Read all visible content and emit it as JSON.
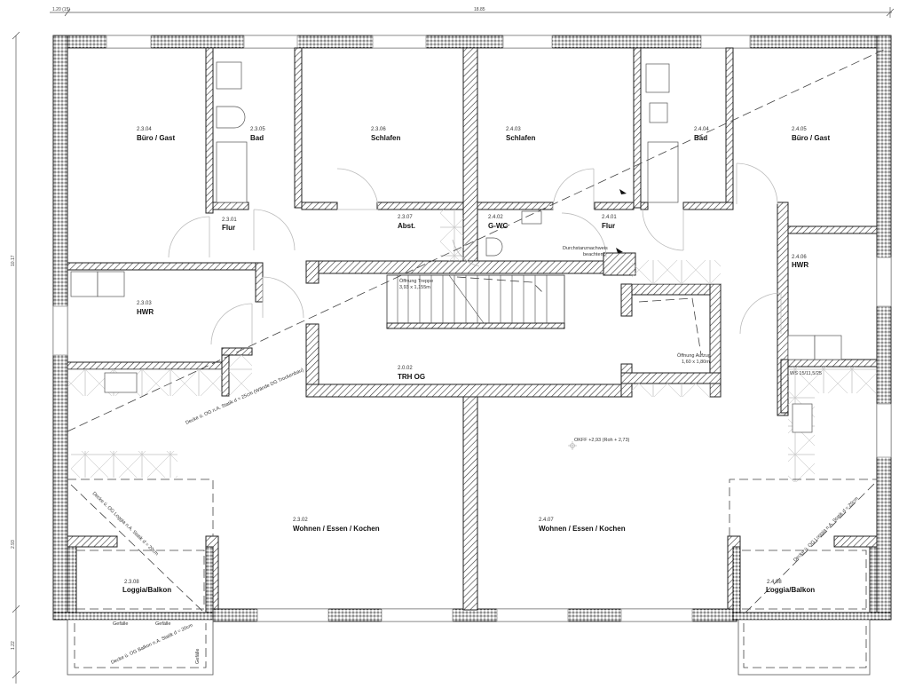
{
  "dimensions": {
    "top_left": "1.20 (15)",
    "top_total": "18.85",
    "left_total": "10.17",
    "left_lower": "2.93",
    "left_bottom": "1.22"
  },
  "rooms": [
    {
      "id": "r2304",
      "number": "2.3.04",
      "name": "Büro / Gast"
    },
    {
      "id": "r2305",
      "number": "2.3.05",
      "name": "Bad"
    },
    {
      "id": "r2306",
      "number": "2.3.06",
      "name": "Schlafen"
    },
    {
      "id": "r2403",
      "number": "2.4.03",
      "name": "Schlafen"
    },
    {
      "id": "r2404",
      "number": "2.4.04",
      "name": "Bad"
    },
    {
      "id": "r2405",
      "number": "2.4.05",
      "name": "Büro / Gast"
    },
    {
      "id": "r2301",
      "number": "2.3.01",
      "name": "Flur"
    },
    {
      "id": "r2307",
      "number": "2.3.07",
      "name": "Abst."
    },
    {
      "id": "r2402",
      "number": "2.4.02",
      "name": "G-WC"
    },
    {
      "id": "r2401",
      "number": "2.4.01",
      "name": "Flur"
    },
    {
      "id": "r2406",
      "number": "2.4.06",
      "name": "HWR"
    },
    {
      "id": "r2303",
      "number": "2.3.03",
      "name": "HWR"
    },
    {
      "id": "r2002",
      "number": "2.0.02",
      "name": "TRH OG"
    },
    {
      "id": "r2302",
      "number": "2.3.02",
      "name": "Wohnen / Essen / Kochen"
    },
    {
      "id": "r2407",
      "number": "2.4.07",
      "name": "Wohnen / Essen / Kochen"
    },
    {
      "id": "r2308",
      "number": "2.3.08",
      "name": "Loggia/Balkon"
    },
    {
      "id": "r2408",
      "number": "2.4.08",
      "name": "Loggia/Balkon"
    }
  ],
  "notes": {
    "stair_opening_title": "Öffnung Treppe",
    "stair_opening_size": "3,93 x 1,155m",
    "elevator_opening_title": "Öffnung Aufzug",
    "elevator_opening_size": "1,60 x 1,80m",
    "punching_line1": "Durchstanznachweis",
    "punching_line2": "beachten!",
    "level": "OKFF +2,93 (Roh + 2,73)",
    "wall_ref": "WS 15/11,5/25",
    "slab_diag_left": "Decke ü. OG n.A. Statik d = 25cm (Wände DG Trockenbau)",
    "slab_loggia_left": "Decke ü. OG Loggia n.A. Statik d = 20cm",
    "slab_balkon_left": "Decke ü. OG Balkon n.A. Statik d = 20cm",
    "slab_loggia_right": "Decke ü. OG Loggia n.A. Statik d = 20cm",
    "slope": "Gefälle"
  }
}
